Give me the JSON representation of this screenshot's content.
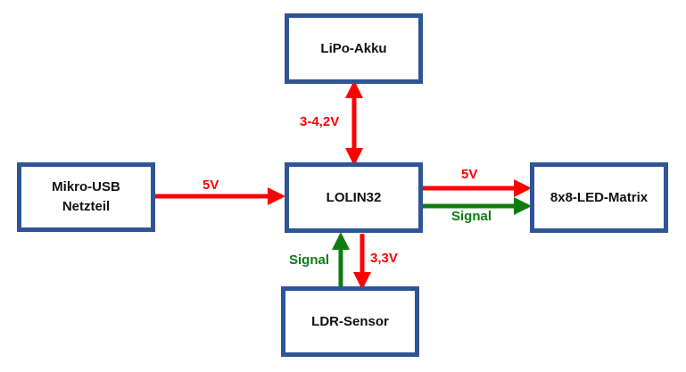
{
  "diagram": {
    "nodes": {
      "lipo": "LiPo-Akku",
      "usb_line1": "Mikro-USB",
      "usb_line2": "Netzteil",
      "lolin": "LOLIN32",
      "matrix": "8x8-LED-Matrix",
      "ldr": "LDR-Sensor"
    },
    "edges": {
      "battery": "3-4,2V",
      "usb_power": "5V",
      "matrix_power": "5V",
      "matrix_signal": "Signal",
      "ldr_signal": "Signal",
      "ldr_power": "3,3V"
    },
    "colors": {
      "box_border": "#2f5597",
      "power": "#ff0000",
      "signal": "#107c10"
    }
  }
}
